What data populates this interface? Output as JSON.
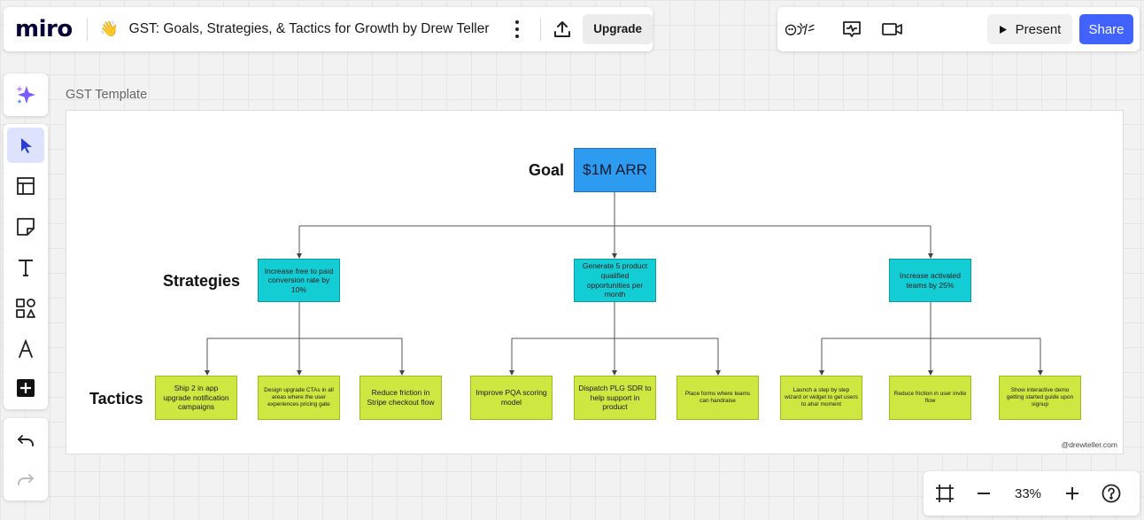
{
  "app": {
    "logo": "miro",
    "board_emoji": "👋",
    "board_title": "GST: Goals, Strategies, & Tactics for Growth by Drew Teller",
    "upgrade_label": "Upgrade",
    "present_label": "Present",
    "share_label": "Share",
    "accent_color": "#4262ff"
  },
  "toolbar": {
    "tools": [
      "select-cursor",
      "templates",
      "sticky-note",
      "text",
      "shapes",
      "pen",
      "add-more"
    ],
    "active_tool": "select-cursor"
  },
  "zoom": {
    "level": "33%"
  },
  "frame": {
    "title": "GST Template",
    "row_labels": {
      "goal": "Goal",
      "strategies": "Strategies",
      "tactics": "Tactics"
    },
    "goal": "$1M ARR",
    "strategies": [
      "Increase free to paid conversion rate by 10%",
      "Generate 5 product qualified opportunities per month",
      "Increase activated teams by 25%"
    ],
    "tactics": [
      "Ship 2 in app upgrade notification campaigns",
      "Design upgrade CTAs in all areas where the user experiences pricing gate",
      "Reduce friction in Stripe checkout flow",
      "Improve PQA scoring model",
      "Dispatch PLG SDR to help support in product",
      "Place forms where teams can handraise",
      "Launch a step by step wizard or widget to get users to aha! moment",
      "Reduce friction in user invite flow",
      "Show interactive demo getting started guide upon signup"
    ],
    "credit": "@drewteller.com",
    "colors": {
      "goal": "#2d9bf0",
      "strategy": "#12cdd4",
      "tactic": "#cee741"
    }
  }
}
